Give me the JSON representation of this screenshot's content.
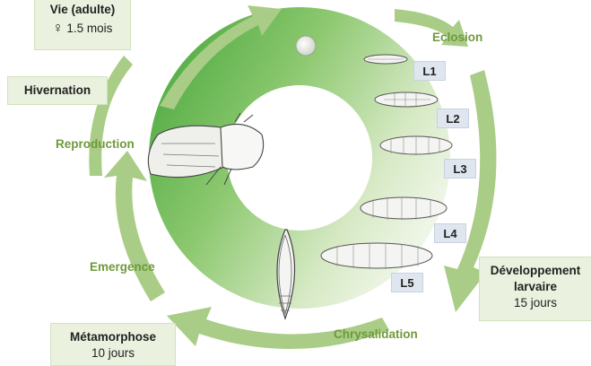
{
  "boxes": {
    "adult_life": {
      "title": "Vie (adulte)",
      "female_symbol": "♀",
      "duration": "1.5 mois"
    },
    "hibernation": {
      "title": "Hivernation"
    },
    "larval_development": {
      "title_line1": "Développement",
      "title_line2": "larvaire",
      "duration": "15 jours"
    },
    "metamorphosis": {
      "title": "Métamorphose",
      "duration": "10 jours"
    }
  },
  "stage_labels": {
    "eclosion": "Eclosion",
    "reproduction": "Reproduction",
    "emergence": "Emergence",
    "chrysalidation": "Chrysalidation"
  },
  "larval_stages": [
    "L1",
    "L2",
    "L3",
    "L4",
    "L5"
  ],
  "colors": {
    "ring_dark": "#4caf3f",
    "ring_light": "#e6f1d9",
    "arrow": "#a9cc86",
    "label_green": "#6f9a3a",
    "box_fill": "#eaf1de",
    "tag_fill": "#dfe6ef"
  },
  "icons": [
    "egg-icon",
    "larva-icon",
    "pupa-icon",
    "moth-icon",
    "cycle-arrow-icon"
  ]
}
